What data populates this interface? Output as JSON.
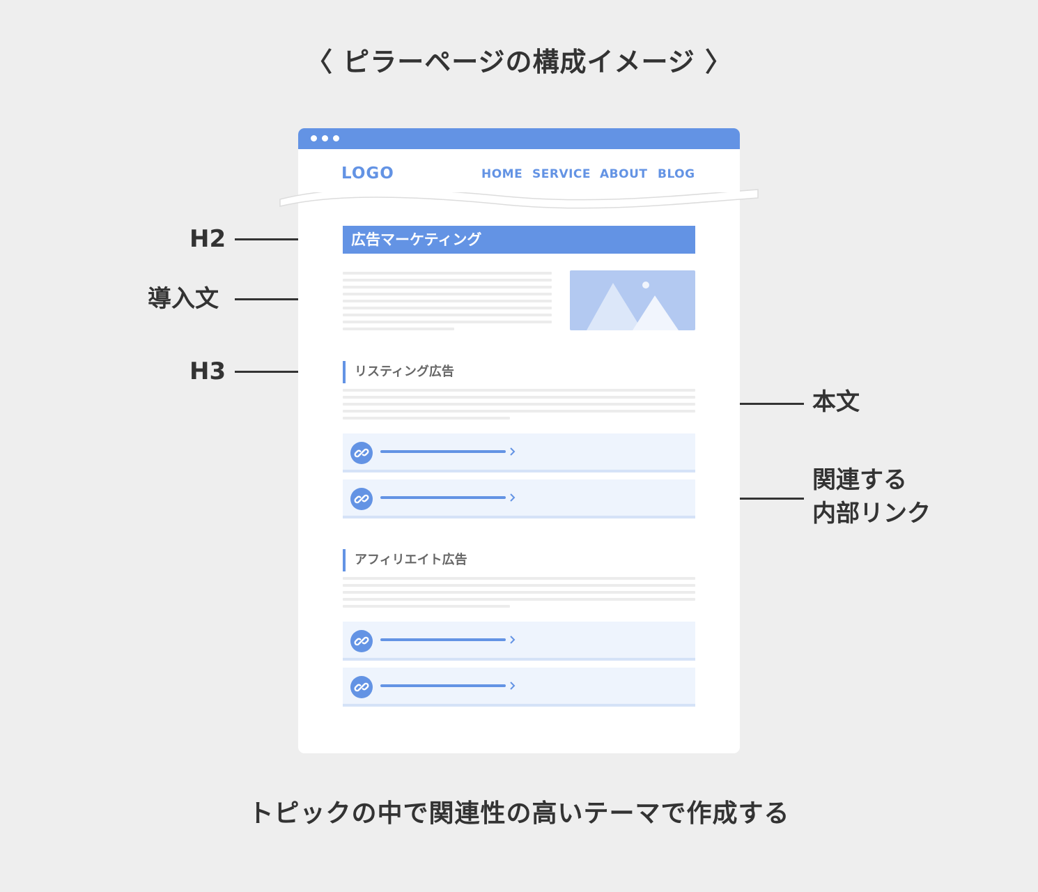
{
  "title": "〈 ピラーページの構成イメージ 〉",
  "caption": "トピックの中で関連性の高いテーマで作成する",
  "browser": {
    "logo": "LOGO",
    "nav": [
      "HOME",
      "SERVICE",
      "ABOUT",
      "BLOG"
    ]
  },
  "content": {
    "h2_text": "広告マーケティング",
    "sections": [
      {
        "h3_text": "リスティング広告"
      },
      {
        "h3_text": "アフィリエイト広告"
      }
    ]
  },
  "annotations": {
    "h2": "H2",
    "intro": "導入文",
    "h3": "H3",
    "body": "本文",
    "links_line1": "関連する",
    "links_line2": "内部リンク"
  },
  "colors": {
    "accent": "#6393e4",
    "background": "#eeeeee",
    "text": "#333333",
    "card": "#eef4fd"
  }
}
